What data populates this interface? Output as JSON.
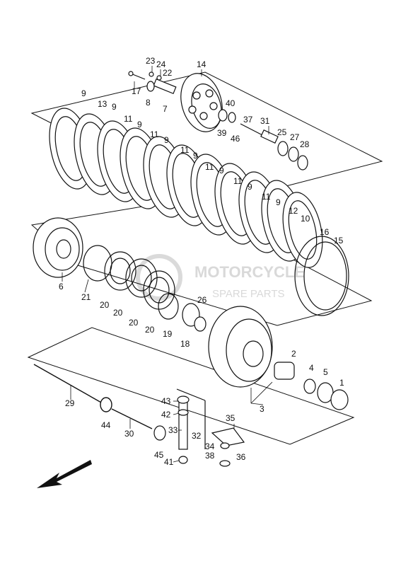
{
  "watermark": {
    "line1": "MOTORCYCLE",
    "line2": "SPARE PARTS"
  },
  "labels": {
    "p1": "1",
    "p2": "2",
    "p3": "3",
    "p4": "4",
    "p5": "5",
    "p6": "6",
    "p7": "7",
    "p8": "8",
    "p9": "9",
    "p10": "10",
    "p11": "11",
    "p12": "12",
    "p13": "13",
    "p14": "14",
    "p15": "15",
    "p16": "16",
    "p17": "17",
    "p18": "18",
    "p19": "19",
    "p20": "20",
    "p21": "21",
    "p22": "22",
    "p23": "23",
    "p24": "24",
    "p25": "25",
    "p26": "26",
    "p27": "27",
    "p28": "28",
    "p29": "29",
    "p30": "30",
    "p31": "31",
    "p32": "32",
    "p33": "33",
    "p34": "34",
    "p35": "35",
    "p36": "36",
    "p37": "37",
    "p38": "38",
    "p39": "39",
    "p40": "40",
    "p41": "41",
    "p42": "42",
    "p43": "43",
    "p44": "44",
    "p45": "45",
    "p46": "46"
  },
  "colors": {
    "line": "#111111",
    "watermark": "#d9d9d9"
  }
}
